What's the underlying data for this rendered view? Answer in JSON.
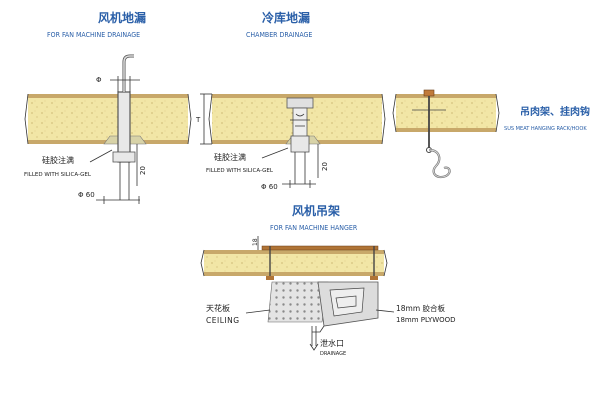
{
  "fan_drainage": {
    "title_cn": "风机地漏",
    "title_en": "FOR FAN MACHINE DRAINAGE",
    "label_cn": "硅胶注满",
    "label_en": "FILLED WITH SILICA-GEL",
    "dim_phi": "Φ",
    "dim_phi60": "Φ 60",
    "dim_20": "20"
  },
  "chamber_drainage": {
    "title_cn": "冷库地漏",
    "title_en": "CHAMBER DRAINAGE",
    "label_cn": "硅胶注满",
    "label_en": "FILLED WITH SILICA-GEL",
    "dim_t": "T",
    "dim_20": "20",
    "dim_phi60": "Φ 60"
  },
  "meat_hook": {
    "title_cn": "吊肉架、挂肉钩",
    "title_en": "SUS MEAT HANGING RACK/HOOK"
  },
  "fan_hanger": {
    "title_cn": "风机吊架",
    "title_en": "FOR FAN MACHINE HANGER",
    "dim_18": "18",
    "ceiling_cn": "天花板",
    "ceiling_en": "CEILING",
    "plywood_cn": "18mm 胶合板",
    "plywood_en": "18mm PLYWOOD",
    "drain_cn": "泄水口",
    "drain_en": "DRAINAGE"
  },
  "colors": {
    "title": "#2a5fa8",
    "panel_face": "#c8a86a",
    "panel_core": "#f2e6a6"
  }
}
